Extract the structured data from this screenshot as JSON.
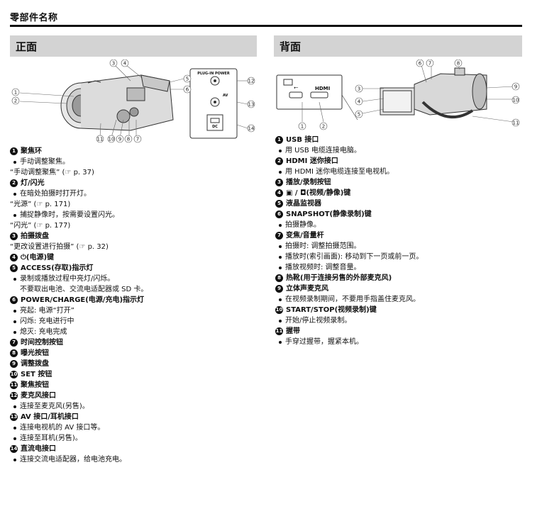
{
  "page_title": "零部件名称",
  "front": {
    "heading": "正面",
    "callouts": [
      "1",
      "2",
      "3",
      "4",
      "5",
      "6",
      "7",
      "8",
      "9",
      "10",
      "11",
      "12",
      "13",
      "14"
    ],
    "panel_label": "PLUG-IN POWER",
    "panel_av": "AV",
    "panel_dc": "DC",
    "items": [
      {
        "n": "1",
        "title": "聚焦环",
        "lines": [
          {
            "t": "b",
            "text": "手动调整聚焦。"
          },
          {
            "t": "r",
            "text": "“手动调整聚焦” (☞ p. 37)"
          }
        ]
      },
      {
        "n": "2",
        "title": "灯/闪光",
        "lines": [
          {
            "t": "b",
            "text": "在暗处拍摄时打开灯。"
          },
          {
            "t": "r",
            "text": "“光源” (☞ p. 171)"
          },
          {
            "t": "b",
            "text": "捕捉静像时，按需要设置闪光。"
          },
          {
            "t": "r",
            "text": "“闪光” (☞ p. 177)"
          }
        ]
      },
      {
        "n": "3",
        "title": "拍摄拨盘",
        "lines": [
          {
            "t": "r",
            "text": "“更改设置进行拍摄” (☞ p. 32)"
          }
        ]
      },
      {
        "n": "4",
        "title": "⏻(电源)键",
        "lines": []
      },
      {
        "n": "5",
        "title": "ACCESS(存取)指示灯",
        "lines": [
          {
            "t": "b",
            "text": "录制或播放过程中亮灯/闪烁。"
          },
          {
            "t": "c",
            "text": "不要取出电池、交流电适配器或 SD 卡。"
          }
        ]
      },
      {
        "n": "6",
        "title": "POWER/CHARGE(电源/充电)指示灯",
        "lines": [
          {
            "t": "b",
            "text": "亮起: 电源“打开”"
          },
          {
            "t": "b",
            "text": "闪烁: 充电进行中"
          },
          {
            "t": "b",
            "text": "熄灭: 充电完成"
          }
        ]
      },
      {
        "n": "7",
        "title": "时间控制按钮",
        "lines": []
      },
      {
        "n": "8",
        "title": "曝光按钮",
        "lines": []
      },
      {
        "n": "9",
        "title": "调整拨盘",
        "lines": []
      },
      {
        "n": "10",
        "title": "SET 按钮",
        "lines": []
      },
      {
        "n": "11",
        "title": "聚焦按钮",
        "lines": []
      },
      {
        "n": "12",
        "title": "麦克风接口",
        "lines": [
          {
            "t": "b",
            "text": "连接至麦克风(另售)。"
          }
        ]
      },
      {
        "n": "13",
        "title": "AV 接口/耳机接口",
        "lines": [
          {
            "t": "b",
            "text": "连接电视机的 AV 接口等。"
          },
          {
            "t": "b",
            "text": "连接至耳机(另售)。"
          }
        ]
      },
      {
        "n": "14",
        "title": "直流电接口",
        "lines": [
          {
            "t": "b",
            "text": "连接交流电适配器，给电池充电。"
          }
        ]
      }
    ]
  },
  "back": {
    "heading": "背面",
    "callouts": [
      "1",
      "2",
      "3",
      "4",
      "5",
      "6",
      "7",
      "8",
      "9",
      "10",
      "11"
    ],
    "port_usb": "⭠",
    "port_hdmi": "HDMI",
    "items": [
      {
        "n": "1",
        "title": "USB 接口",
        "lines": [
          {
            "t": "b",
            "text": "用 USB 电缆连接电脑。"
          }
        ]
      },
      {
        "n": "2",
        "title": "HDMI 迷你接口",
        "lines": [
          {
            "t": "b",
            "text": "用 HDMI 迷你电缆连接至电视机。"
          }
        ]
      },
      {
        "n": "3",
        "title": "播放/录制按钮",
        "lines": []
      },
      {
        "n": "4",
        "title": "▣ / ◘(视频/静像)键",
        "lines": []
      },
      {
        "n": "5",
        "title": "液晶监视器",
        "lines": []
      },
      {
        "n": "6",
        "title": "SNAPSHOT(静像录制)键",
        "lines": [
          {
            "t": "b",
            "text": "拍摄静像。"
          }
        ]
      },
      {
        "n": "7",
        "title": "变焦/音量杆",
        "lines": [
          {
            "t": "b",
            "text": "拍摄时: 调整拍摄范围。"
          },
          {
            "t": "b",
            "text": "播放时(索引画面): 移动到下一页或前一页。"
          },
          {
            "t": "b",
            "text": "播放视频时: 调整音量。"
          }
        ]
      },
      {
        "n": "8",
        "title": "热靴(用于连接另售的外部麦克风)",
        "lines": []
      },
      {
        "n": "9",
        "title": "立体声麦克风",
        "lines": [
          {
            "t": "b",
            "text": "在视频录制期间，不要用手指盖住麦克风。"
          }
        ]
      },
      {
        "n": "10",
        "title": "START/STOP(视频录制)键",
        "lines": [
          {
            "t": "b",
            "text": "开始/停止视频录制。"
          }
        ]
      },
      {
        "n": "11",
        "title": "握带",
        "lines": [
          {
            "t": "b",
            "text": "手穿过握带，握紧本机。"
          }
        ]
      }
    ]
  }
}
